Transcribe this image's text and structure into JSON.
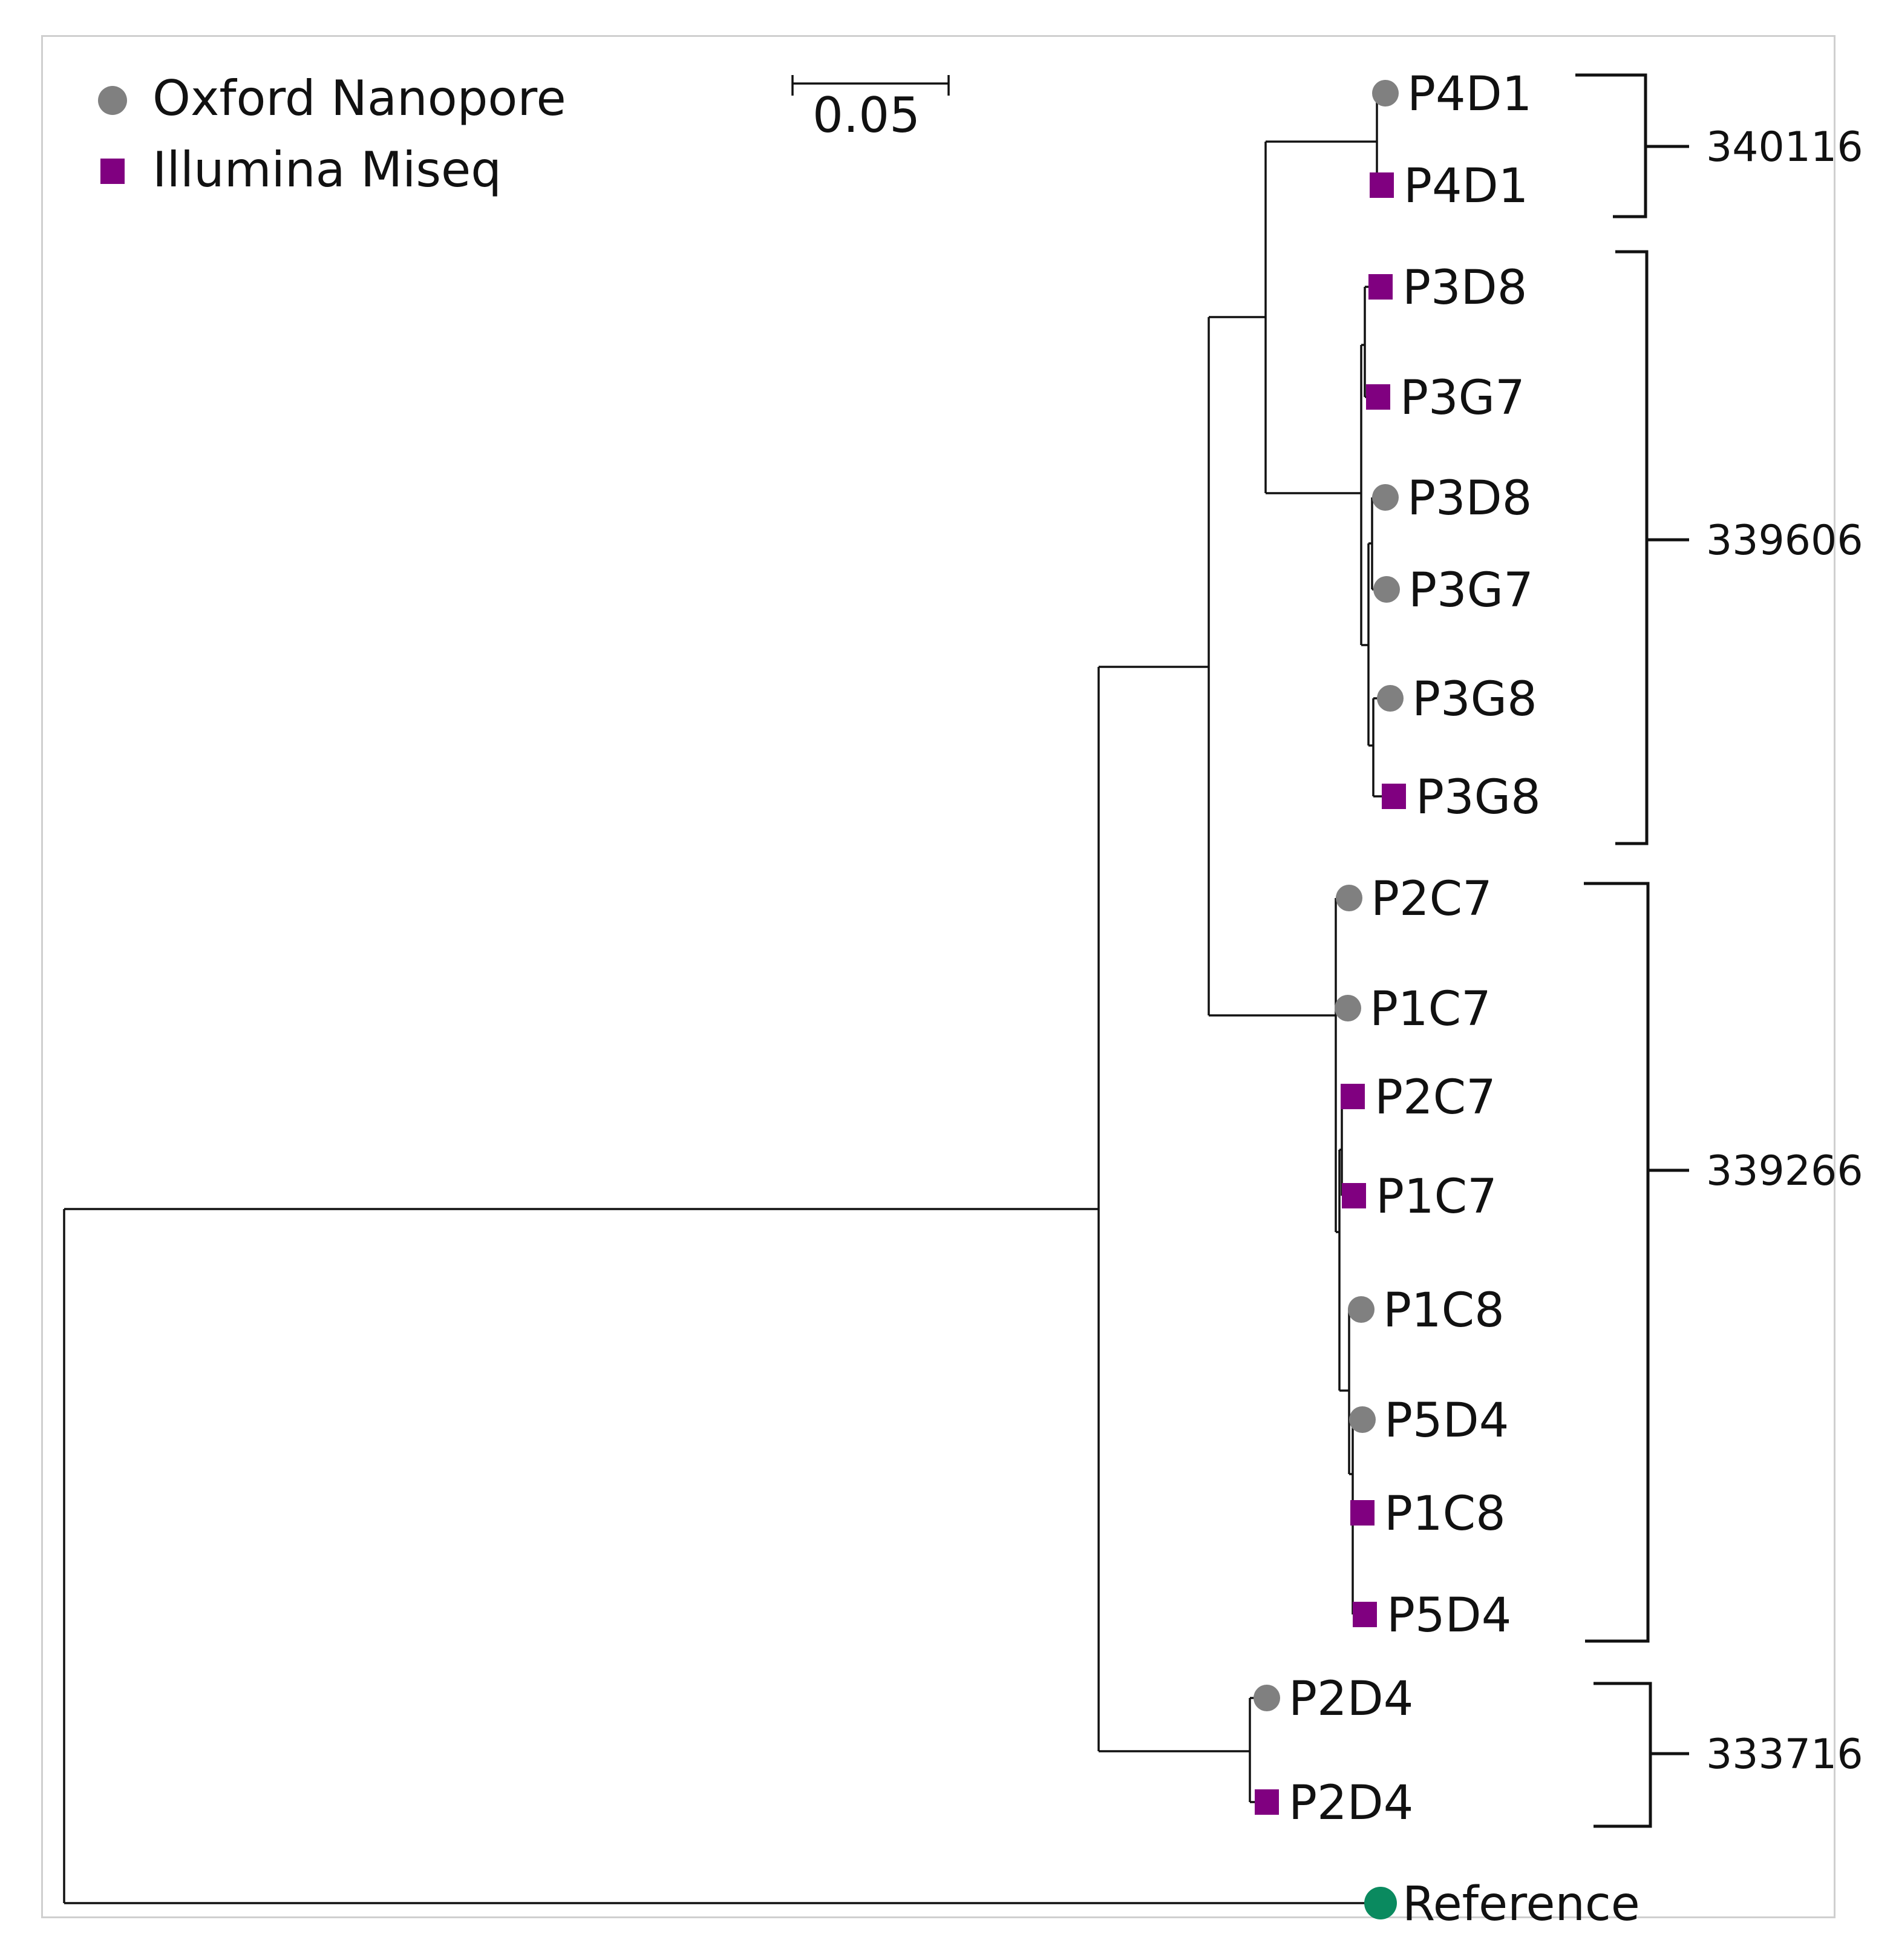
{
  "legend": {
    "nanopore_label": "Oxford Nanopore",
    "illumina_label": "Illumina Miseq",
    "nanopore_icon": "circle-icon",
    "illumina_icon": "square-icon"
  },
  "scale_bar": {
    "label": "0.05"
  },
  "colors": {
    "nanopore": "#808080",
    "illumina": "#800080",
    "reference": "#0a8a5f",
    "branch": "#111111"
  },
  "leaves": [
    {
      "label": "P4D1",
      "platform": "nanopore"
    },
    {
      "label": "P4D1",
      "platform": "illumina"
    },
    {
      "label": "P3D8",
      "platform": "illumina"
    },
    {
      "label": "P3G7",
      "platform": "illumina"
    },
    {
      "label": "P3D8",
      "platform": "nanopore"
    },
    {
      "label": "P3G7",
      "platform": "nanopore"
    },
    {
      "label": "P3G8",
      "platform": "nanopore"
    },
    {
      "label": "P3G8",
      "platform": "illumina"
    },
    {
      "label": "P2C7",
      "platform": "nanopore"
    },
    {
      "label": "P1C7",
      "platform": "nanopore"
    },
    {
      "label": "P2C7",
      "platform": "illumina"
    },
    {
      "label": "P1C7",
      "platform": "illumina"
    },
    {
      "label": "P1C8",
      "platform": "nanopore"
    },
    {
      "label": "P5D4",
      "platform": "nanopore"
    },
    {
      "label": "P1C8",
      "platform": "illumina"
    },
    {
      "label": "P5D4",
      "platform": "illumina"
    },
    {
      "label": "P2D4",
      "platform": "nanopore"
    },
    {
      "label": "P2D4",
      "platform": "illumina"
    },
    {
      "label": "Reference",
      "platform": "reference"
    }
  ],
  "clades": [
    {
      "label": "340116"
    },
    {
      "label": "339606"
    },
    {
      "label": "339266"
    },
    {
      "label": "333716"
    }
  ]
}
